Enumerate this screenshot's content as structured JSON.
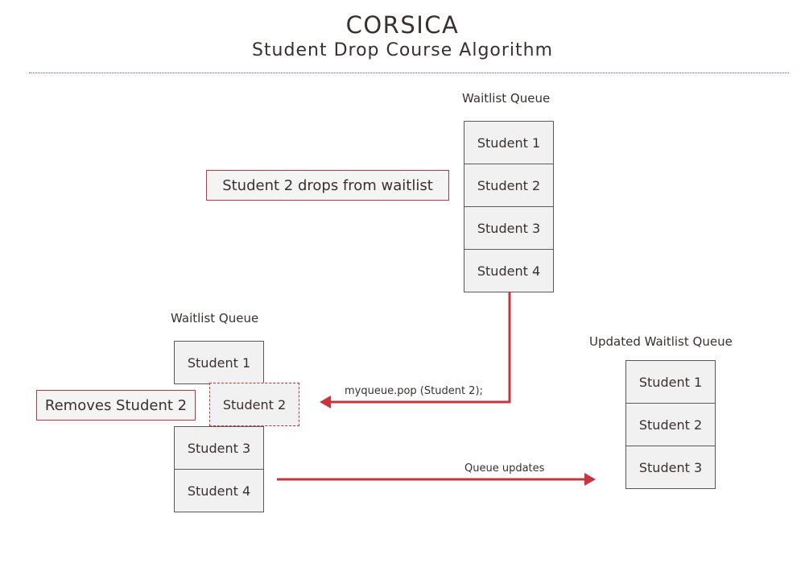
{
  "header": {
    "title": "CORSICA",
    "subtitle": "Student Drop Course Algorithm"
  },
  "initial_queue": {
    "label": "Waitlist Queue",
    "items": [
      "Student 1",
      "Student 2",
      "Student 3",
      "Student 4"
    ]
  },
  "drop_note": "Student 2 drops from waitlist",
  "pop_label": "myqueue.pop (Student 2);",
  "working_queue": {
    "label": "Waitlist Queue",
    "items": [
      "Student 1",
      "Student 2",
      "Student 3",
      "Student 4"
    ]
  },
  "remove_note": "Removes Student 2",
  "update_label": "Queue updates",
  "updated_queue": {
    "label": "Updated Waitlist Queue",
    "items": [
      "Student 1",
      "Student 2",
      "Student 3"
    ]
  },
  "colors": {
    "accent": "#c8343e",
    "cell_fill": "#f1f1f1",
    "cell_border": "#5a5a5a"
  }
}
